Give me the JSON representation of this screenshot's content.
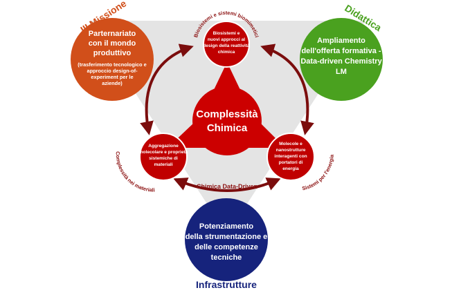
{
  "colors": {
    "triangle": "#e4e4e4",
    "hub": "#cc0000",
    "node": "#c00000",
    "node_edge": "#ffffff",
    "arrow": "#7b0d0d",
    "iii_missione": "#d14f1a",
    "didattica": "#4aa11f",
    "infrastrutture": "#16237c",
    "curve_text": "#8b1010"
  },
  "hub": {
    "line1": "Complessità",
    "line2": "Chimica"
  },
  "nodes": {
    "top": {
      "lines": [
        "Biosistemi e",
        "nuovi approcci al",
        "design della reattività",
        "chimica"
      ],
      "curve_label": "Biosistemi e sistemi biomimetici"
    },
    "left": {
      "lines": [
        "Aggregazione",
        "molecolare e proprietà",
        "sistemiche di",
        "materiali"
      ],
      "curve_label": "Complessità nei materiali"
    },
    "right": {
      "lines": [
        "Molecole e",
        "nanostrutture",
        "interagenti con",
        "portatori di",
        "energia"
      ],
      "curve_label": "Sistemi per l'energia"
    }
  },
  "bottom_arrow_label": "Chimica Data-Driven",
  "outer": {
    "iii_missione": {
      "heading": "III Missione",
      "lines": [
        "Parternariato",
        "con il mondo",
        "produttivo"
      ],
      "sub": [
        "(trasferimento tecnologico e",
        "approccio design-of-",
        "experiment per le",
        "aziende)"
      ]
    },
    "didattica": {
      "heading": "Didattica",
      "lines": [
        "Ampliamento",
        "dell'offerta formativa -",
        "Data-driven Chemistry",
        "LM"
      ]
    },
    "infrastrutture": {
      "heading": "Infrastrutture",
      "lines": [
        "Potenziamento",
        "della strumentazione e",
        "delle competenze",
        "tecniche"
      ]
    }
  }
}
